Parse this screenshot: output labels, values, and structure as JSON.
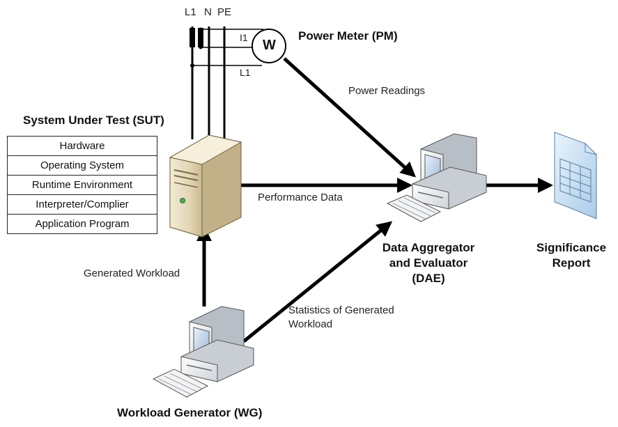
{
  "power_lines": [
    "L1",
    "N",
    "PE"
  ],
  "meter": {
    "symbol": "W",
    "title": "Power Meter (PM)",
    "probe_i1": "I1",
    "probe_l1": "L1"
  },
  "sut": {
    "title": "System Under Test (SUT)",
    "layers": [
      "Hardware",
      "Operating System",
      "Runtime Environment",
      "Interpreter/Complier",
      "Application Program"
    ]
  },
  "dae": {
    "title_line1": "Data Aggregator",
    "title_line2": "and Evaluator",
    "title_line3": "(DAE)"
  },
  "wg": {
    "title": "Workload Generator (WG)"
  },
  "report": {
    "title_line1": "Significance",
    "title_line2": "Report"
  },
  "edges": {
    "power_readings": "Power Readings",
    "performance_data": "Performance Data",
    "generated_workload": "Generated Workload",
    "statistics_line1": "Statistics of Generated",
    "statistics_line2": "Workload"
  }
}
